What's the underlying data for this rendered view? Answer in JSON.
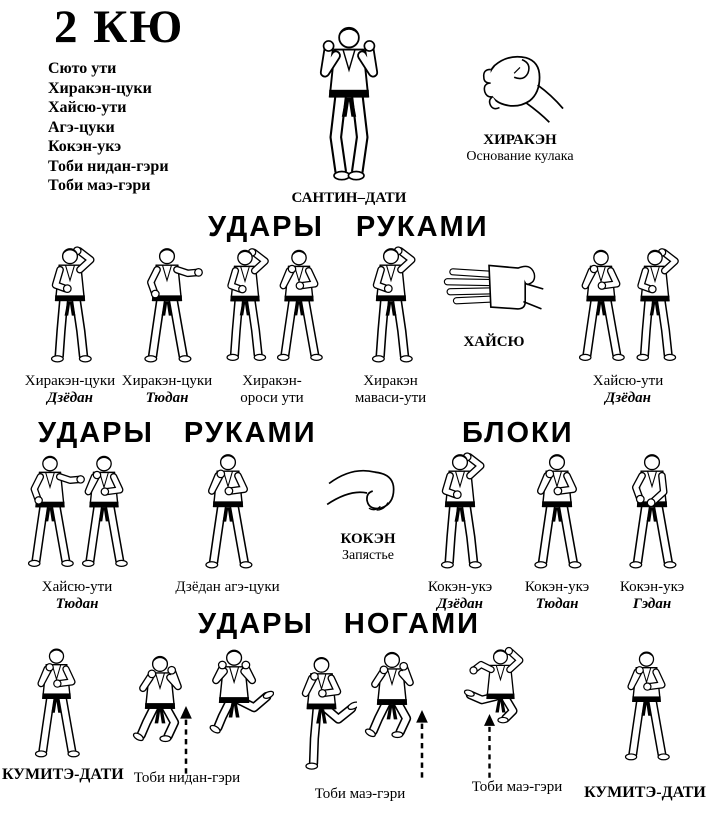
{
  "colors": {
    "ink": "#000000",
    "paper": "#ffffff"
  },
  "page": {
    "title": "2 КЮ",
    "techniques": [
      "Сюто ути",
      "Хиракэн-цуки",
      "Хайсю-ути",
      "Агэ-цуки",
      "Кокэн-укэ",
      "Тоби нидан-гэри",
      "Тоби маэ-гэри"
    ]
  },
  "top": {
    "stance_label": "САНТИН–ДАТИ",
    "hiraken_name": "ХИРАКЭН",
    "hiraken_caption": "Основание кулака"
  },
  "headers": {
    "strikes1_word1": "УДАРЫ",
    "strikes1_word2": "РУКАМИ",
    "strikes2_word1": "УДАРЫ",
    "strikes2_word2": "РУКАМИ",
    "blocks": "БЛОКИ",
    "kicks_word1": "УДАРЫ",
    "kicks_word2": "НОГАМИ"
  },
  "row1": {
    "g1_line1": "Хиракэн-цуки",
    "g1_line2": "Дзёдан",
    "g2_line1": "Хиракэн-цуки",
    "g2_line2": "Тюдан",
    "g3_line1": "Хиракэн-",
    "g3_line2": "ороси ути",
    "g4_line1": "Хиракэн",
    "g4_line2": "маваси-ути",
    "haisu_name": "ХАЙСЮ",
    "g5_line1": "Хайсю-ути",
    "g5_line2": "Дзёдан"
  },
  "row2": {
    "g1_line1": "Хайсю-ути",
    "g1_line2": "Тюдан",
    "g2_line1": "Дзёдан агэ-цуки",
    "koken_name": "КОКЭН",
    "koken_caption": "Запястье",
    "g3_line1": "Кокэн-укэ",
    "g3_line2": "Дзёдан",
    "g4_line1": "Кокэн-укэ",
    "g4_line2": "Тюдан",
    "g5_line1": "Кокэн-укэ",
    "g5_line2": "Гэдан"
  },
  "row3": {
    "kumite_left": "КУМИТЭ-ДАТИ",
    "g1_label": "Тоби нидан-гэри",
    "g2_label": "Тоби маэ-гэри",
    "g3_label": "Тоби маэ-гэри",
    "kumite_right": "КУМИТЭ-ДАТИ"
  }
}
